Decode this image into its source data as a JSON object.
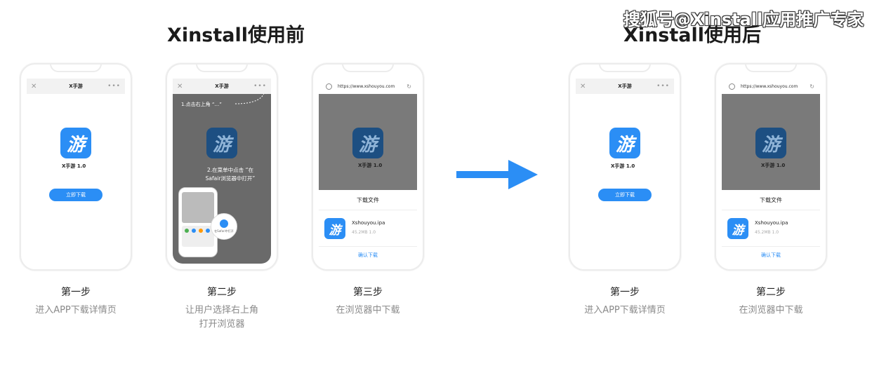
{
  "watermark": "搜狐号@Xinstall应用推广专家",
  "headings": {
    "before": "Xinstall使用前",
    "after": "Xinstall使用后"
  },
  "browser": {
    "close": "✕",
    "title": "X手游",
    "more": "•••",
    "url": "https://www.xshouyou.com",
    "reload": "↻"
  },
  "app": {
    "icon_char": "游",
    "name": "X手游 1.0",
    "download_btn": "立即下载"
  },
  "guide": {
    "step1": "1.点击右上角 “...”",
    "step2_line1": "2.在菜单中点击 “在",
    "step2_line2": "Safair浏览器中打开”",
    "safari_label": "在Safari中打开"
  },
  "download_sheet": {
    "title": "下载文件",
    "file_name": "Xshouyou.ipa",
    "file_meta": "45.2MB  1.0",
    "confirm": "确认下载"
  },
  "steps_before": [
    {
      "label": "第一步",
      "desc": "进入APP下载详情页"
    },
    {
      "label": "第二步",
      "desc_line1": "让用户选择右上角",
      "desc_line2": "打开浏览器"
    },
    {
      "label": "第三步",
      "desc": "在浏览器中下载"
    }
  ],
  "steps_after": [
    {
      "label": "第一步",
      "desc": "进入APP下载详情页"
    },
    {
      "label": "第二步",
      "desc": "在浏览器中下载"
    }
  ],
  "colors": {
    "accent": "#2b8ef5",
    "overlay_grey": "#7a7a7a"
  }
}
